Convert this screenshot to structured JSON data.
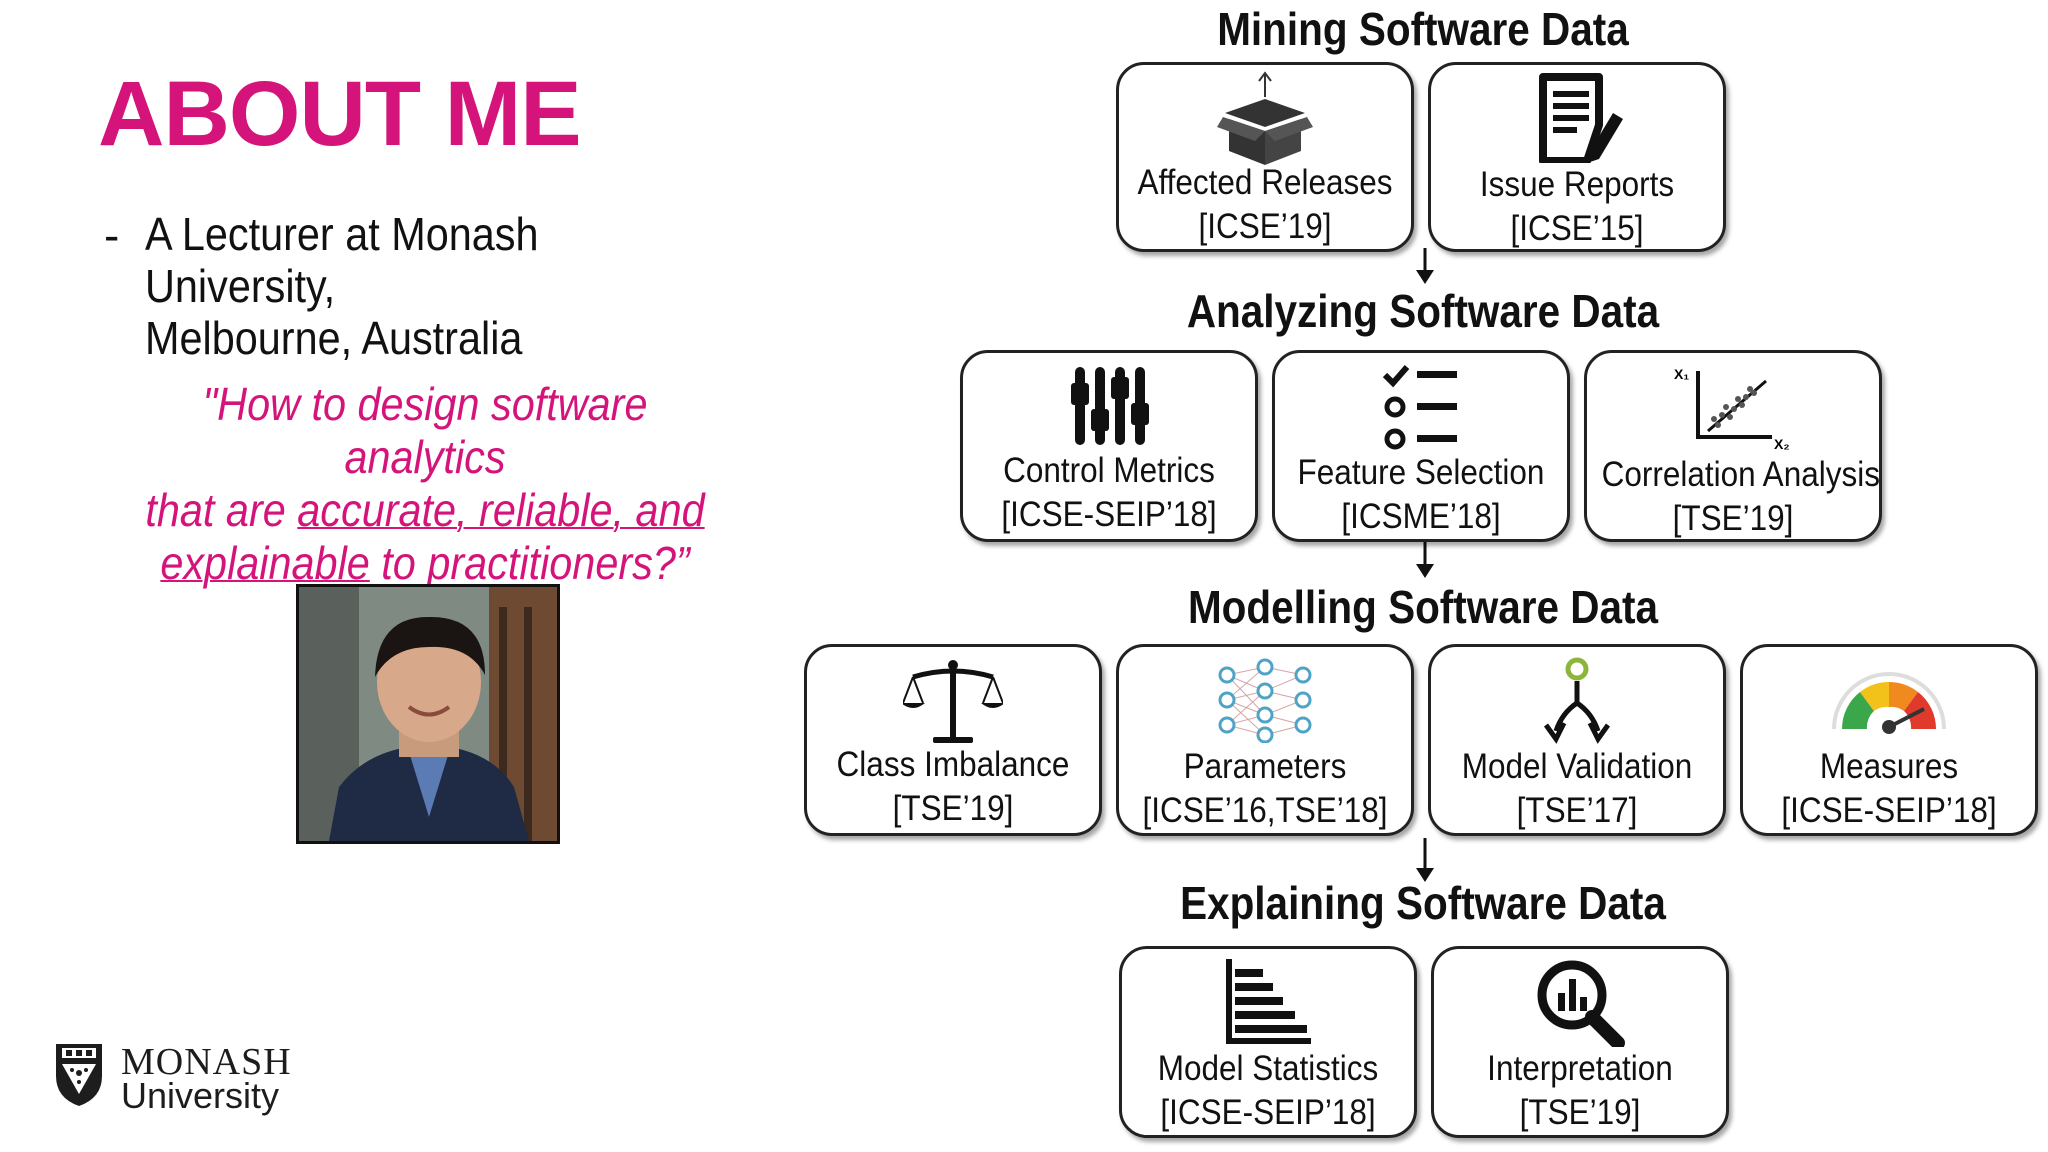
{
  "left": {
    "title": "ABOUT ME",
    "bullet_dash": "-",
    "bullet_line1": "A Lecturer at Monash University,",
    "bullet_line2": "Melbourne, Australia",
    "quote_part1": "\"How to design software analytics",
    "quote_part2": "that are ",
    "quote_underlined1": "accurate, reliable, and",
    "quote_underlined2": "explainable",
    "quote_part3": " to practitioners?”",
    "logo_line1": "MONASH",
    "logo_line2": "University"
  },
  "sections": {
    "mining": "Mining Software Data",
    "analyzing": "Analyzing Software Data",
    "modelling": "Modelling Software Data",
    "explaining": "Explaining Software Data"
  },
  "boxes": {
    "affected": {
      "label": "Affected Releases",
      "ref": "[ICSE’19]",
      "icon": "box-open-icon"
    },
    "issue": {
      "label": "Issue Reports",
      "ref": "[ICSE’15]",
      "icon": "document-edit-icon"
    },
    "control": {
      "label": "Control Metrics",
      "ref": "[ICSE-SEIP’18]",
      "icon": "sliders-icon"
    },
    "feature": {
      "label": "Feature Selection",
      "ref": "[ICSME’18]",
      "icon": "checklist-icon"
    },
    "correlation": {
      "label": "Correlation Analysis",
      "ref": "[TSE’19]",
      "icon": "scatter-plot-icon",
      "axis_x1": "X₁",
      "axis_x2": "X₂"
    },
    "imbalance": {
      "label": "Class Imbalance",
      "ref": "[TSE’19]",
      "icon": "scale-icon"
    },
    "parameters": {
      "label": "Parameters",
      "ref": "[ICSE’16,TSE’18]",
      "icon": "neural-network-icon"
    },
    "validation": {
      "label": "Model Validation",
      "ref": "[TSE’17]",
      "icon": "split-arrow-icon"
    },
    "measures": {
      "label": "Measures",
      "ref": "[ICSE-SEIP’18]",
      "icon": "gauge-icon"
    },
    "statistics": {
      "label": "Model Statistics",
      "ref": "[ICSE-SEIP’18]",
      "icon": "bar-chart-icon"
    },
    "interpretation": {
      "label": "Interpretation",
      "ref": "[TSE’19]",
      "icon": "magnifier-chart-icon"
    }
  },
  "colors": {
    "accent": "#d4147a",
    "text": "#111111"
  }
}
